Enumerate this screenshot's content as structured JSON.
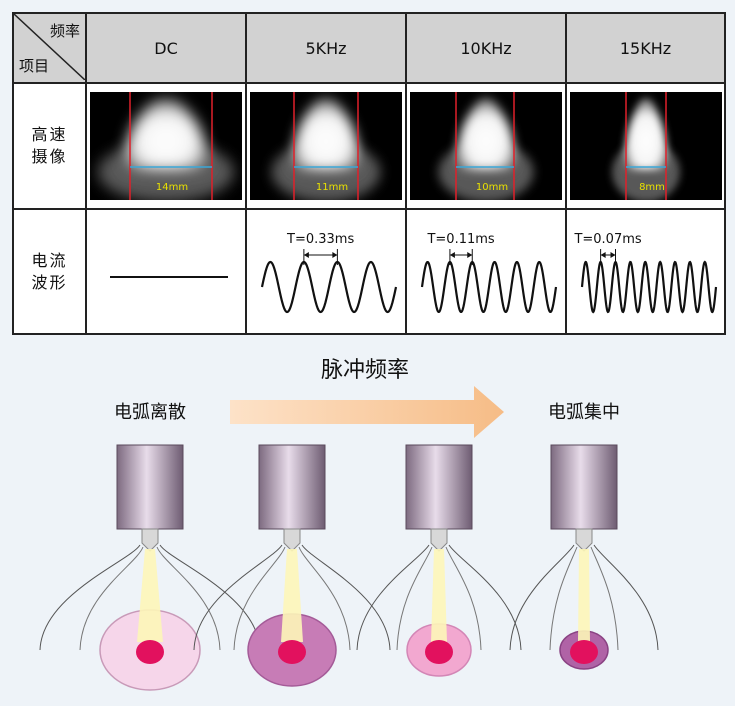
{
  "table": {
    "corner_top_right": "频率",
    "corner_bottom_left": "项目",
    "columns": [
      "DC",
      "5KHz",
      "10KHz",
      "15KHz"
    ],
    "rows": [
      {
        "label_line1": "高速",
        "label_line2": "摄像"
      },
      {
        "label_line1": "电流",
        "label_line2": "波形"
      }
    ],
    "camera_widths": [
      "14mm",
      "11mm",
      "10mm",
      "8mm"
    ],
    "periods": [
      "",
      "T=0.33ms",
      "T=0.11ms",
      "T=0.07ms"
    ]
  },
  "bottom": {
    "arrow_label": "脉冲频率",
    "left_label": "电弧离散",
    "right_label": "电弧集中"
  },
  "colors": {
    "arrow": "#f8c89a",
    "red_line": "#e0202a",
    "blue_line": "#3aa7d8",
    "mm_text": "#e8e000",
    "core": "#e2115e",
    "electrode_body": "#9e8a9e"
  }
}
